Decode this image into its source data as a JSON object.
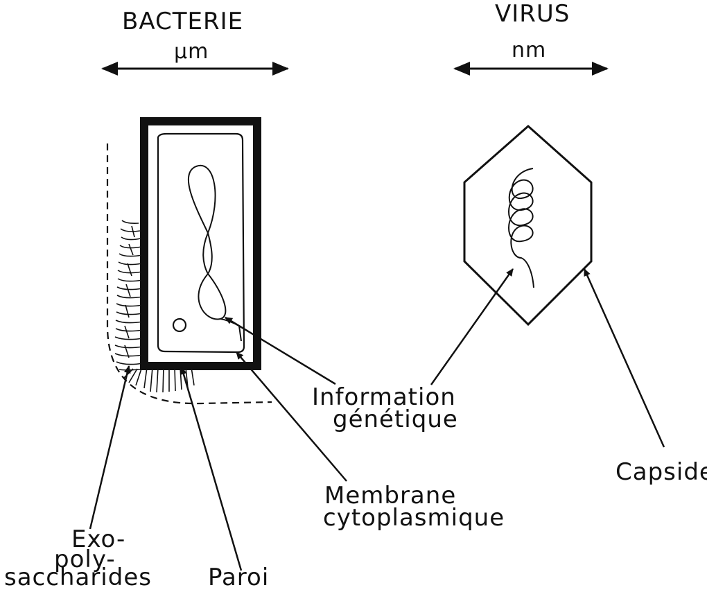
{
  "bacteria": {
    "title": "BACTERIE",
    "scale_unit": "µm",
    "labels": {
      "exopolysaccharides_line1": "Exo-",
      "exopolysaccharides_line2": "poly-",
      "exopolysaccharides_line3": "saccharides",
      "paroi": "Paroi",
      "membrane_line1": "Membrane",
      "membrane_line2": "cytoplasmique",
      "info_line1": "Information",
      "info_line2": "génétique"
    }
  },
  "virus": {
    "title": "VIRUS",
    "scale_unit": "nm",
    "labels": {
      "capside": "Capside"
    }
  }
}
